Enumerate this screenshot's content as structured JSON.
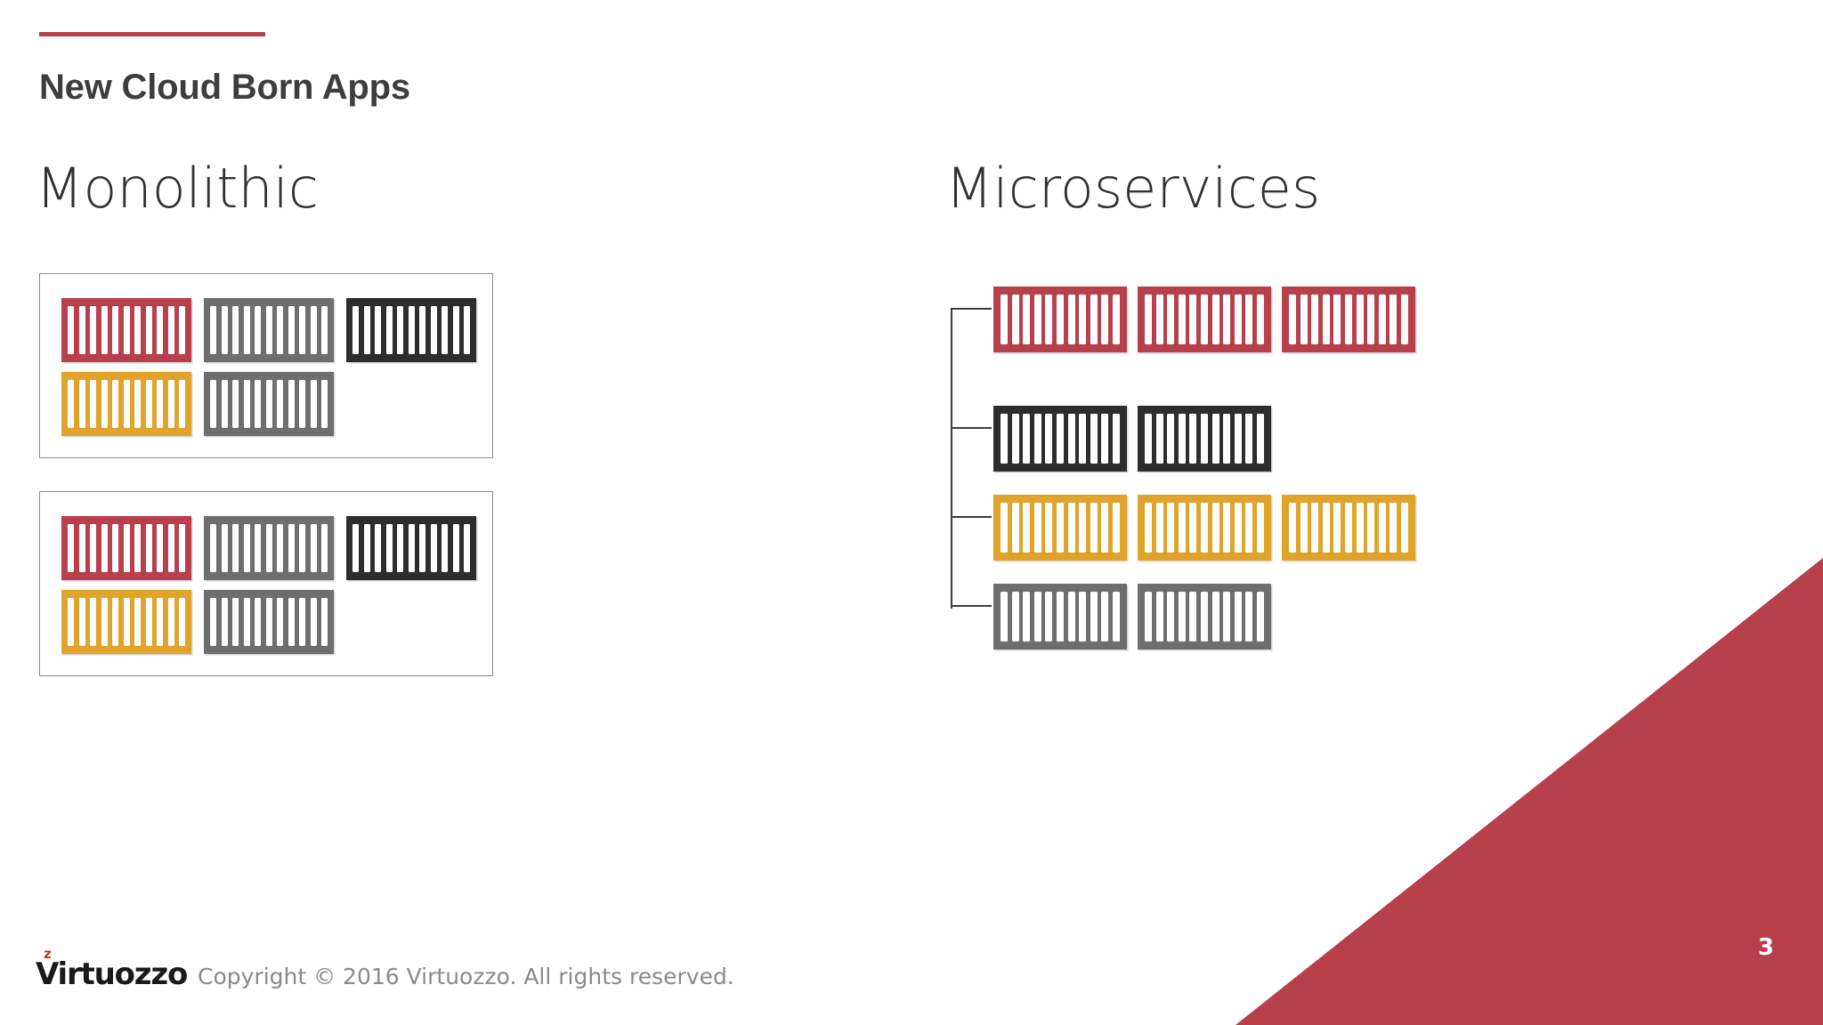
{
  "slide": {
    "title": "New Cloud Born Apps",
    "number": "3",
    "accent_color": "#b8404d"
  },
  "sections": {
    "left": {
      "heading": "Monolithic"
    },
    "right": {
      "heading": "Microservices"
    }
  },
  "palette": {
    "red": "#b8404d",
    "grey": "#6e6e6e",
    "dark": "#2d2d2d",
    "amber": "#e0a32c",
    "border": "#8c8c8c",
    "text_dark": "#3d3d3d",
    "text_muted": "#8a8a8a"
  },
  "monolithic": {
    "boxes": [
      {
        "name": "monolithic-app-1",
        "rows": [
          [
            "red",
            "grey",
            "dark"
          ],
          [
            "amber",
            "grey"
          ]
        ]
      },
      {
        "name": "monolithic-app-2",
        "rows": [
          [
            "red",
            "grey",
            "dark"
          ],
          [
            "amber",
            "grey"
          ]
        ]
      }
    ]
  },
  "microservices": {
    "rows": [
      {
        "color": "red",
        "count": 3
      },
      {
        "color": "dark",
        "count": 2
      },
      {
        "color": "amber",
        "count": 3
      },
      {
        "color": "grey",
        "count": 2
      }
    ]
  },
  "footer": {
    "logo_text": "irtuozzo",
    "logo_initial": "V",
    "logo_superscript": "z",
    "copyright": "Copyright © 2016 Virtuozzo. All rights reserved."
  }
}
